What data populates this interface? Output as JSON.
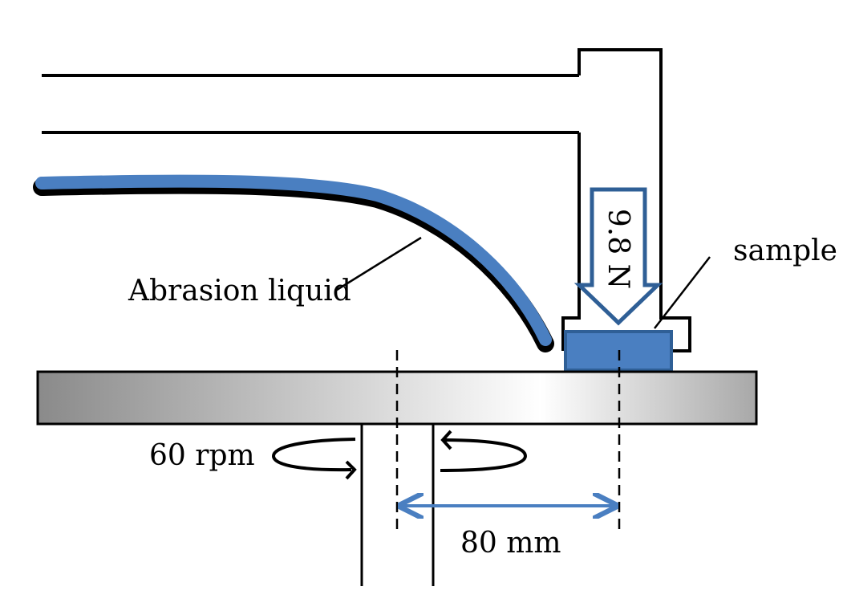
{
  "labels": {
    "abrasion_liquid": "Abrasion liquid",
    "sample": "sample",
    "load": "9.8 N",
    "speed": "60 rpm",
    "distance": "80 mm"
  },
  "colors": {
    "blue": "#4a7fc1",
    "dark_blue": "#2f5f96",
    "black": "#000000",
    "disk_dark": "#8a8a8a",
    "disk_light": "#ffffff"
  }
}
